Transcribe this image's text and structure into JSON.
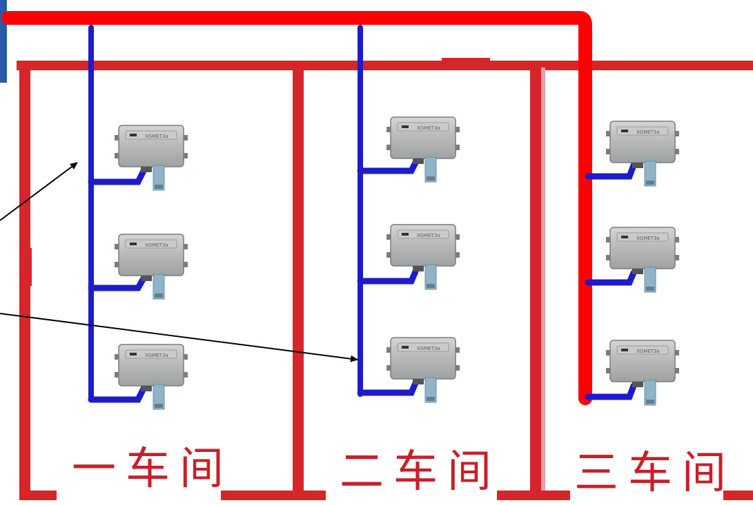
{
  "workshops": [
    {
      "label": "一车间"
    },
    {
      "label": "二车间"
    },
    {
      "label": "三车间"
    }
  ],
  "device_tag": "XGMET3a",
  "colors": {
    "wall": "#d7262b",
    "main_pipe": "#ff0000",
    "branch_pipe": "#1c1ccc",
    "device_body": "#b9bbbb",
    "device_edge": "#7a7d7d",
    "probe": "#8fb4c8"
  },
  "devices_per_workshop": 3
}
